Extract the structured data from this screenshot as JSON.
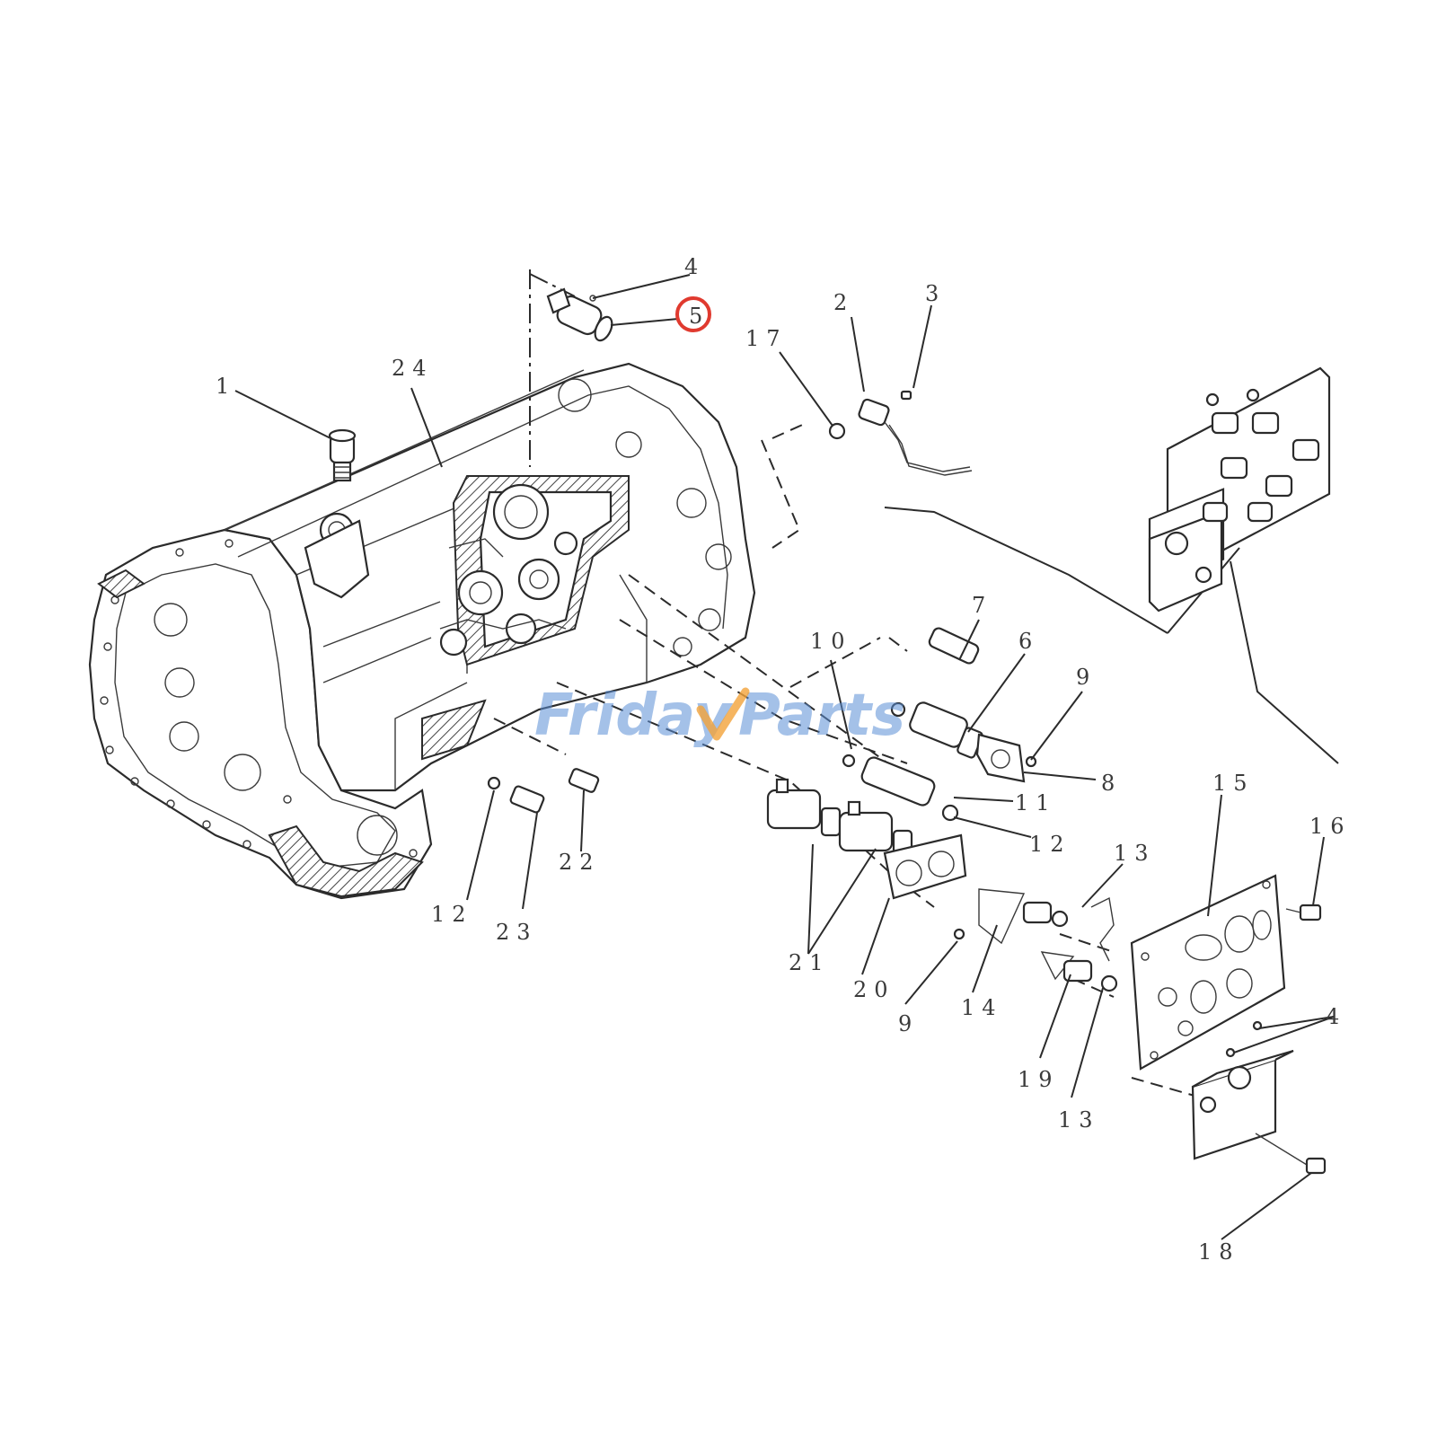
{
  "callouts": [
    {
      "id": "c1",
      "text": "1"
    },
    {
      "id": "c2",
      "text": "2"
    },
    {
      "id": "c3",
      "text": "3"
    },
    {
      "id": "c4a",
      "text": "4"
    },
    {
      "id": "c5",
      "text": "5"
    },
    {
      "id": "c6",
      "text": "6"
    },
    {
      "id": "c7",
      "text": "7"
    },
    {
      "id": "c8",
      "text": "8"
    },
    {
      "id": "c9a",
      "text": "9"
    },
    {
      "id": "c9b",
      "text": "9"
    },
    {
      "id": "c10",
      "text": "10"
    },
    {
      "id": "c11",
      "text": "11"
    },
    {
      "id": "c12a",
      "text": "12"
    },
    {
      "id": "c12b",
      "text": "12"
    },
    {
      "id": "c13a",
      "text": "13"
    },
    {
      "id": "c13b",
      "text": "13"
    },
    {
      "id": "c14",
      "text": "14"
    },
    {
      "id": "c15",
      "text": "15"
    },
    {
      "id": "c16",
      "text": "16"
    },
    {
      "id": "c17",
      "text": "17"
    },
    {
      "id": "c18",
      "text": "18"
    },
    {
      "id": "c19",
      "text": "19"
    },
    {
      "id": "c20",
      "text": "20"
    },
    {
      "id": "c21",
      "text": "21"
    },
    {
      "id": "c22",
      "text": "22"
    },
    {
      "id": "c23",
      "text": "23"
    },
    {
      "id": "c24",
      "text": "24"
    },
    {
      "id": "c4b",
      "text": "4"
    }
  ],
  "highlighted_callout": "5",
  "highlight_color": "#e03a2f",
  "watermark": {
    "text_a": "Friday",
    "text_b": "Parts",
    "accent": "#f2a33a",
    "color": "#5b8fd6"
  }
}
